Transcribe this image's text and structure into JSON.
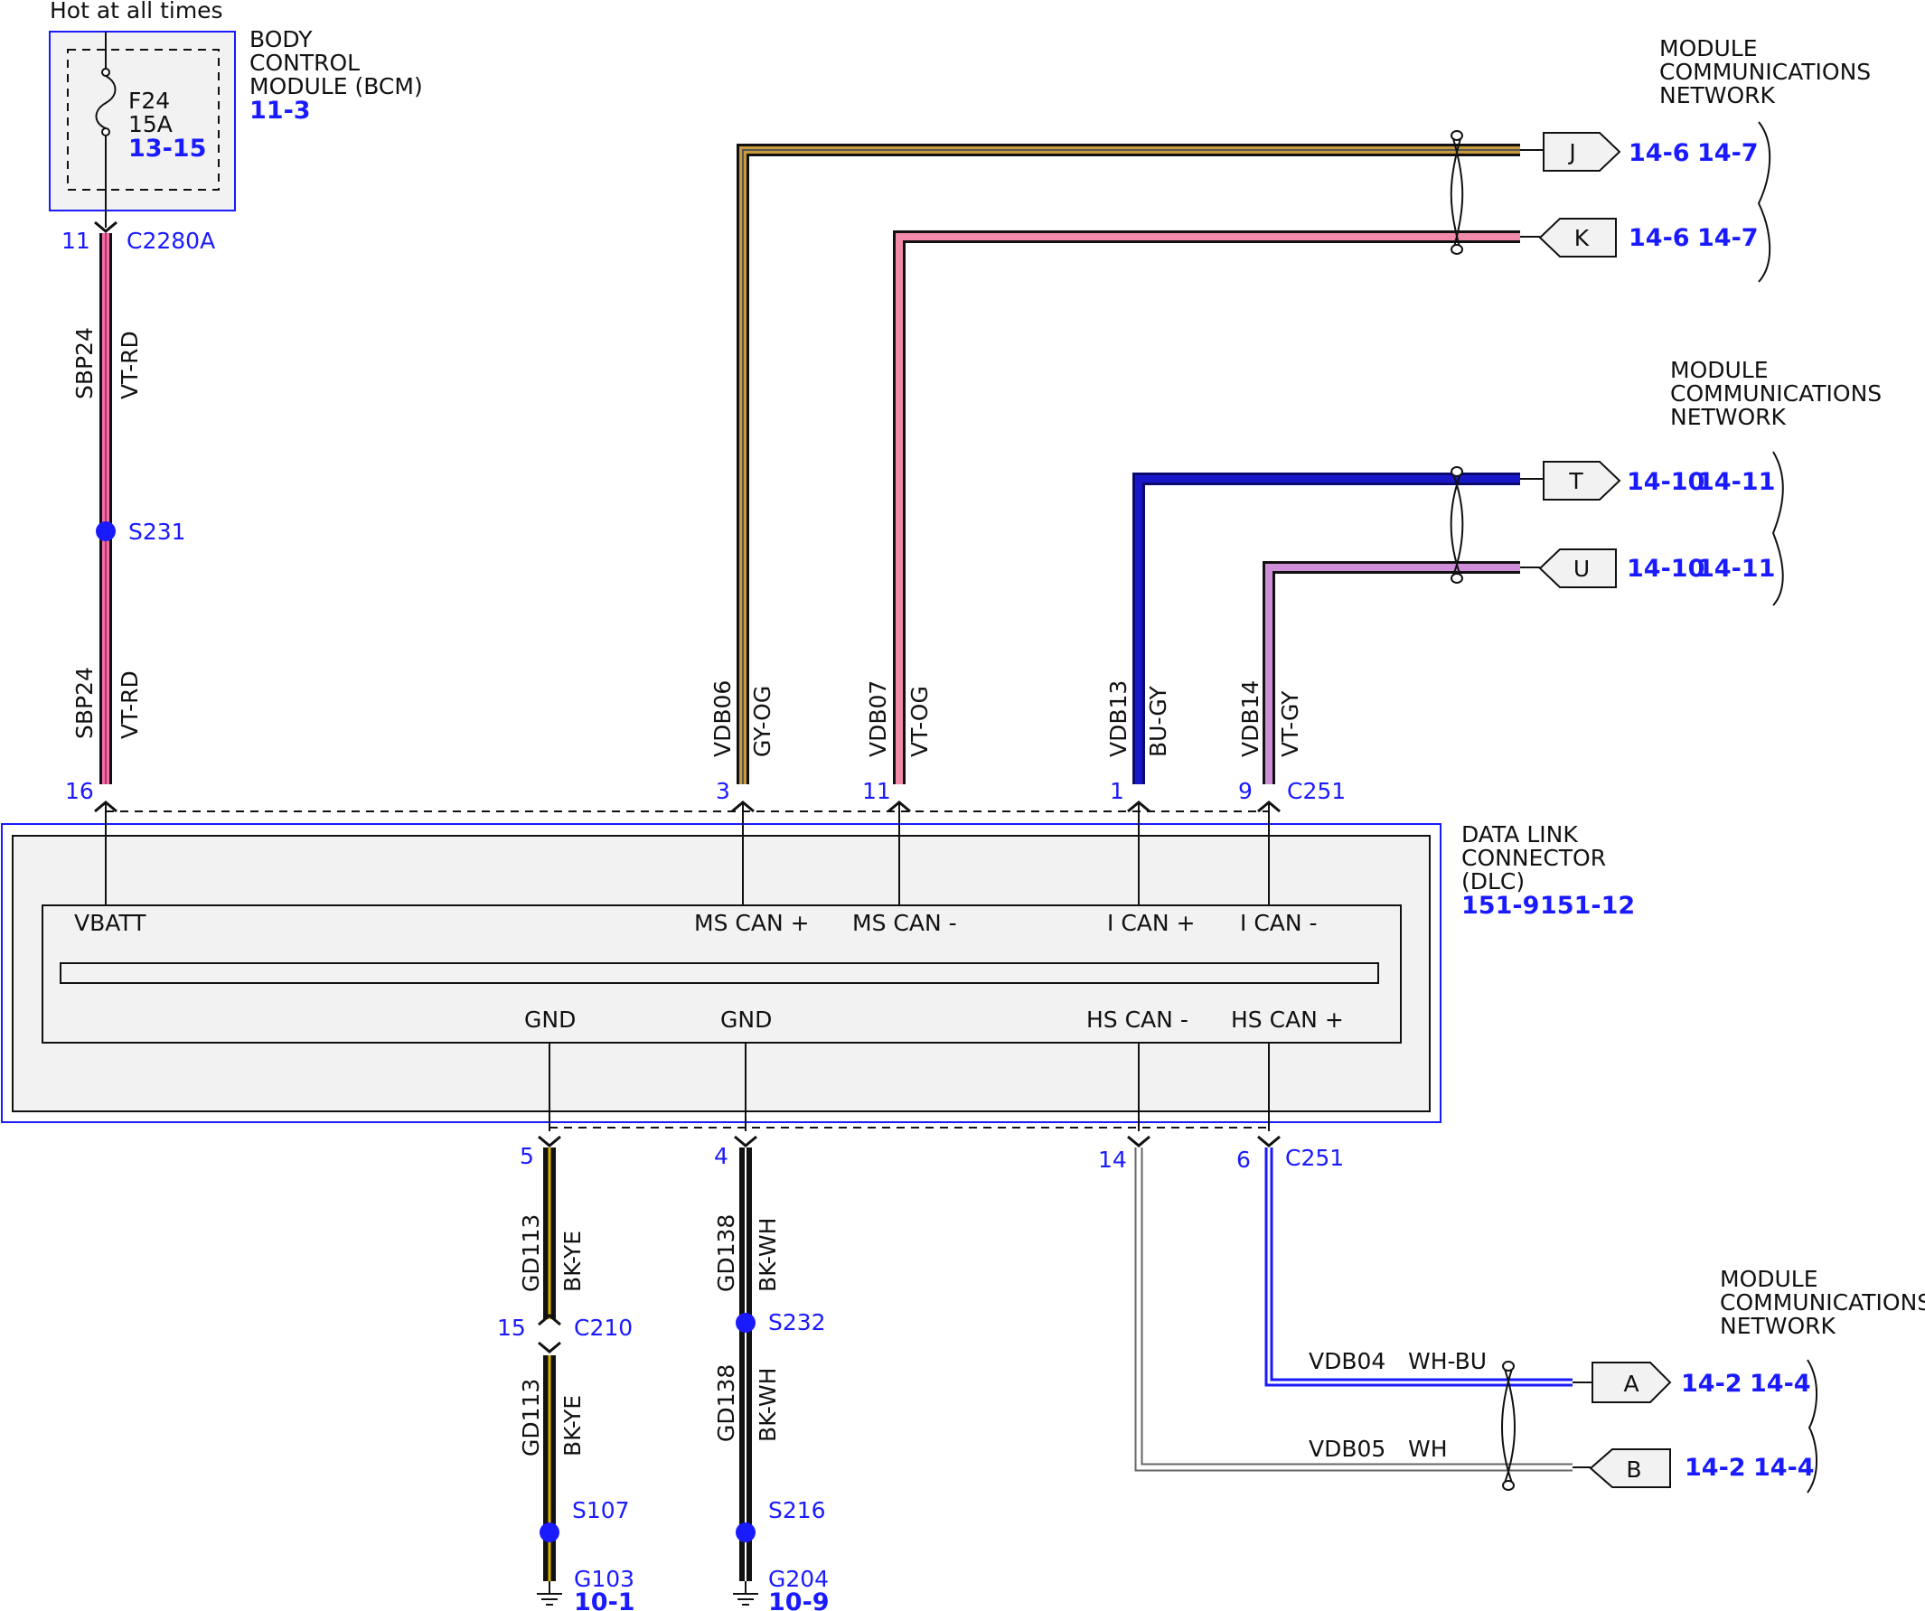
{
  "header": {
    "hot_text": "Hot at all times"
  },
  "bcm": {
    "title_lines": [
      "BODY",
      "CONTROL",
      "MODULE (BCM)"
    ],
    "ref": "11-3",
    "fuse_name": "F24",
    "fuse_rating": "15A",
    "fuse_ref": "13-15"
  },
  "bcm_connector": {
    "pin": "11",
    "name": "C2280A"
  },
  "vbatt_circuit": {
    "upper_circuit": "SBP24",
    "upper_color": "VT-RD",
    "splice": "S231",
    "lower_circuit": "SBP24",
    "lower_color": "VT-RD",
    "pin": "16"
  },
  "ms_can_plus": {
    "circuit": "VDB06",
    "color": "GY-OG",
    "pin": "3"
  },
  "ms_can_minus": {
    "circuit": "VDB07",
    "color": "VT-OG",
    "pin": "11"
  },
  "i_can_plus": {
    "circuit": "VDB13",
    "color": "BU-GY",
    "pin": "1"
  },
  "i_can_minus": {
    "circuit": "VDB14",
    "color": "VT-GY",
    "pin": "9",
    "connector": "C251"
  },
  "network_top": {
    "title_lines": [
      "MODULE",
      "COMMUNICATIONS",
      "NETWORK"
    ],
    "connectors": [
      {
        "label": "J",
        "ref1": "14-6",
        "ref2": "14-7"
      },
      {
        "label": "K",
        "ref1": "14-6",
        "ref2": "14-7"
      }
    ]
  },
  "network_mid": {
    "title_lines": [
      "MODULE",
      "COMMUNICATIONS",
      "NETWORK"
    ],
    "connectors": [
      {
        "label": "T",
        "ref1": "14-10",
        "ref2": "14-11"
      },
      {
        "label": "U",
        "ref1": "14-10",
        "ref2": "14-11"
      }
    ]
  },
  "network_bottom": {
    "title_lines": [
      "MODULE",
      "COMMUNICATIONS",
      "NETWORK"
    ],
    "connectors": [
      {
        "label": "A",
        "ref1": "14-2",
        "ref2": "14-4"
      },
      {
        "label": "B",
        "ref1": "14-2",
        "ref2": "14-4"
      }
    ]
  },
  "dlc": {
    "title_lines": [
      "DATA LINK",
      "CONNECTOR",
      "(DLC)"
    ],
    "ref1": "151-9",
    "ref2": "151-12",
    "top_pins": [
      "VBATT",
      "MS CAN +",
      "MS CAN -",
      "I CAN +",
      "I CAN -"
    ],
    "bottom_pins": [
      "GND",
      "GND",
      "HS CAN -",
      "HS CAN +"
    ]
  },
  "gnd1": {
    "pin": "5",
    "upper_circuit": "GD113",
    "upper_color": "BK-YE",
    "inline_pin": "15",
    "inline_connector": "C210",
    "lower_circuit": "GD113",
    "lower_color": "BK-YE",
    "splice": "S107",
    "ground": "G103",
    "ground_ref": "10-1"
  },
  "gnd2": {
    "pin": "4",
    "upper_circuit": "GD138",
    "upper_color": "BK-WH",
    "splice_top": "S232",
    "lower_circuit": "GD138",
    "lower_color": "BK-WH",
    "splice": "S216",
    "ground": "G204",
    "ground_ref": "10-9"
  },
  "hs_can_minus": {
    "pin": "14",
    "circuit": "VDB05",
    "color": "WH"
  },
  "hs_can_plus": {
    "pin": "6",
    "connector": "C251",
    "circuit": "VDB04",
    "color": "WH-BU"
  },
  "colors": {
    "label_blue": "#1a1aff",
    "violet_red": "#ef6fa8",
    "gray_orange": "#c89a3c",
    "violet_orange": "#f08aa8",
    "blue_gray": "#1818c8",
    "violet_gray": "#cf8fd8",
    "black_yellow": "#1a1a1a",
    "module_fill": "#f2f2f2"
  }
}
